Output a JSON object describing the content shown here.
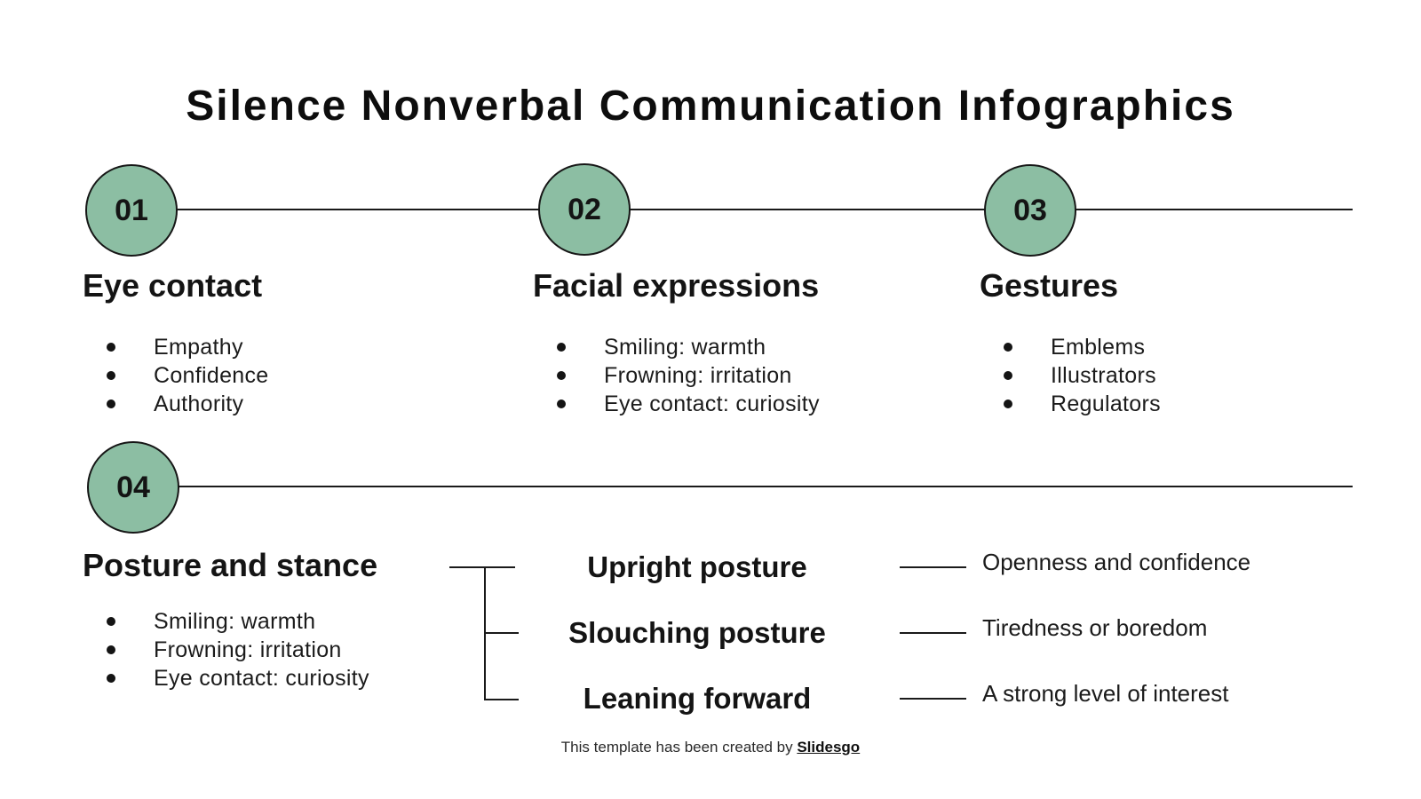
{
  "title": "Silence Nonverbal Communication Infographics",
  "colors": {
    "accent_green": "#8cbea3",
    "line_black": "#1a1a1a"
  },
  "steps": [
    {
      "number": "01",
      "heading": "Eye contact",
      "bullets": [
        "Empathy",
        "Confidence",
        "Authority"
      ]
    },
    {
      "number": "02",
      "heading": "Facial expressions",
      "bullets": [
        "Smiling: warmth",
        "Frowning: irritation",
        "Eye contact: curiosity"
      ]
    },
    {
      "number": "03",
      "heading": "Gestures",
      "bullets": [
        "Emblems",
        "Illustrators",
        "Regulators"
      ]
    },
    {
      "number": "04",
      "heading": "Posture and stance",
      "bullets": [
        "Smiling: warmth",
        "Frowning: irritation",
        "Eye contact: curiosity"
      ]
    }
  ],
  "posture_details": [
    {
      "label": "Upright posture",
      "description": "Openness and confidence"
    },
    {
      "label": "Slouching posture",
      "description": "Tiredness or boredom"
    },
    {
      "label": "Leaning forward",
      "description": "A strong level of interest"
    }
  ],
  "footer": {
    "text": "This template has been created by ",
    "brand": "Slidesgo"
  }
}
